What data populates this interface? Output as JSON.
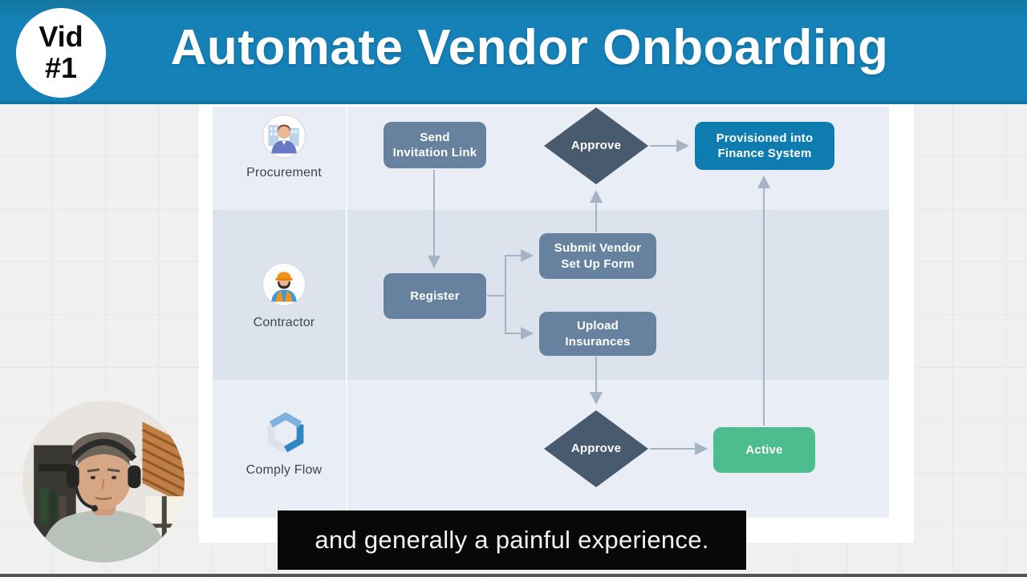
{
  "video_badge": {
    "line1": "Vid",
    "line2": "#1"
  },
  "header": {
    "title": "Automate Vendor Onboarding",
    "background": "#1581b7"
  },
  "caption": {
    "text": "and generally a painful experience."
  },
  "diagram": {
    "lanes": [
      {
        "label": "Procurement",
        "icon": "procurement-avatar-icon"
      },
      {
        "label": "Contractor",
        "icon": "contractor-avatar-icon"
      },
      {
        "label": "Comply Flow",
        "icon": "comply-flow-logo-icon"
      }
    ],
    "nodes": {
      "send_invitation": {
        "label": "Send\nInvitation Link",
        "lane": "Procurement",
        "shape": "rounded-rect"
      },
      "approve_procurement": {
        "label": "Approve",
        "lane": "Procurement",
        "shape": "diamond"
      },
      "provisioned": {
        "label": "Provisioned into\nFinance System",
        "lane": "Procurement",
        "shape": "rounded-rect"
      },
      "register": {
        "label": "Register",
        "lane": "Contractor",
        "shape": "rounded-rect"
      },
      "submit_vendor": {
        "label": "Submit Vendor\nSet Up Form",
        "lane": "Contractor",
        "shape": "rounded-rect"
      },
      "upload_insurances": {
        "label": "Upload\nInsurances",
        "lane": "Contractor",
        "shape": "rounded-rect"
      },
      "approve_comply": {
        "label": "Approve",
        "lane": "Comply Flow",
        "shape": "diamond"
      },
      "active": {
        "label": "Active",
        "lane": "Comply Flow",
        "shape": "rounded-rect"
      }
    },
    "edges": [
      {
        "from": "send_invitation",
        "to": "register"
      },
      {
        "from": "register",
        "to": "submit_vendor"
      },
      {
        "from": "register",
        "to": "upload_insurances"
      },
      {
        "from": "submit_vendor",
        "to": "approve_procurement"
      },
      {
        "from": "approve_procurement",
        "to": "provisioned"
      },
      {
        "from": "upload_insurances",
        "to": "approve_comply"
      },
      {
        "from": "approve_comply",
        "to": "active"
      },
      {
        "from": "active",
        "to": "provisioned"
      }
    ],
    "colors": {
      "task": "#66829e",
      "decision": "#475a6e",
      "system": "#0f7cb0",
      "success": "#4dbd8d",
      "arrow": "#a6b3c4",
      "lane_light": "#e9edf5",
      "lane_dark": "#dce3ed"
    }
  }
}
